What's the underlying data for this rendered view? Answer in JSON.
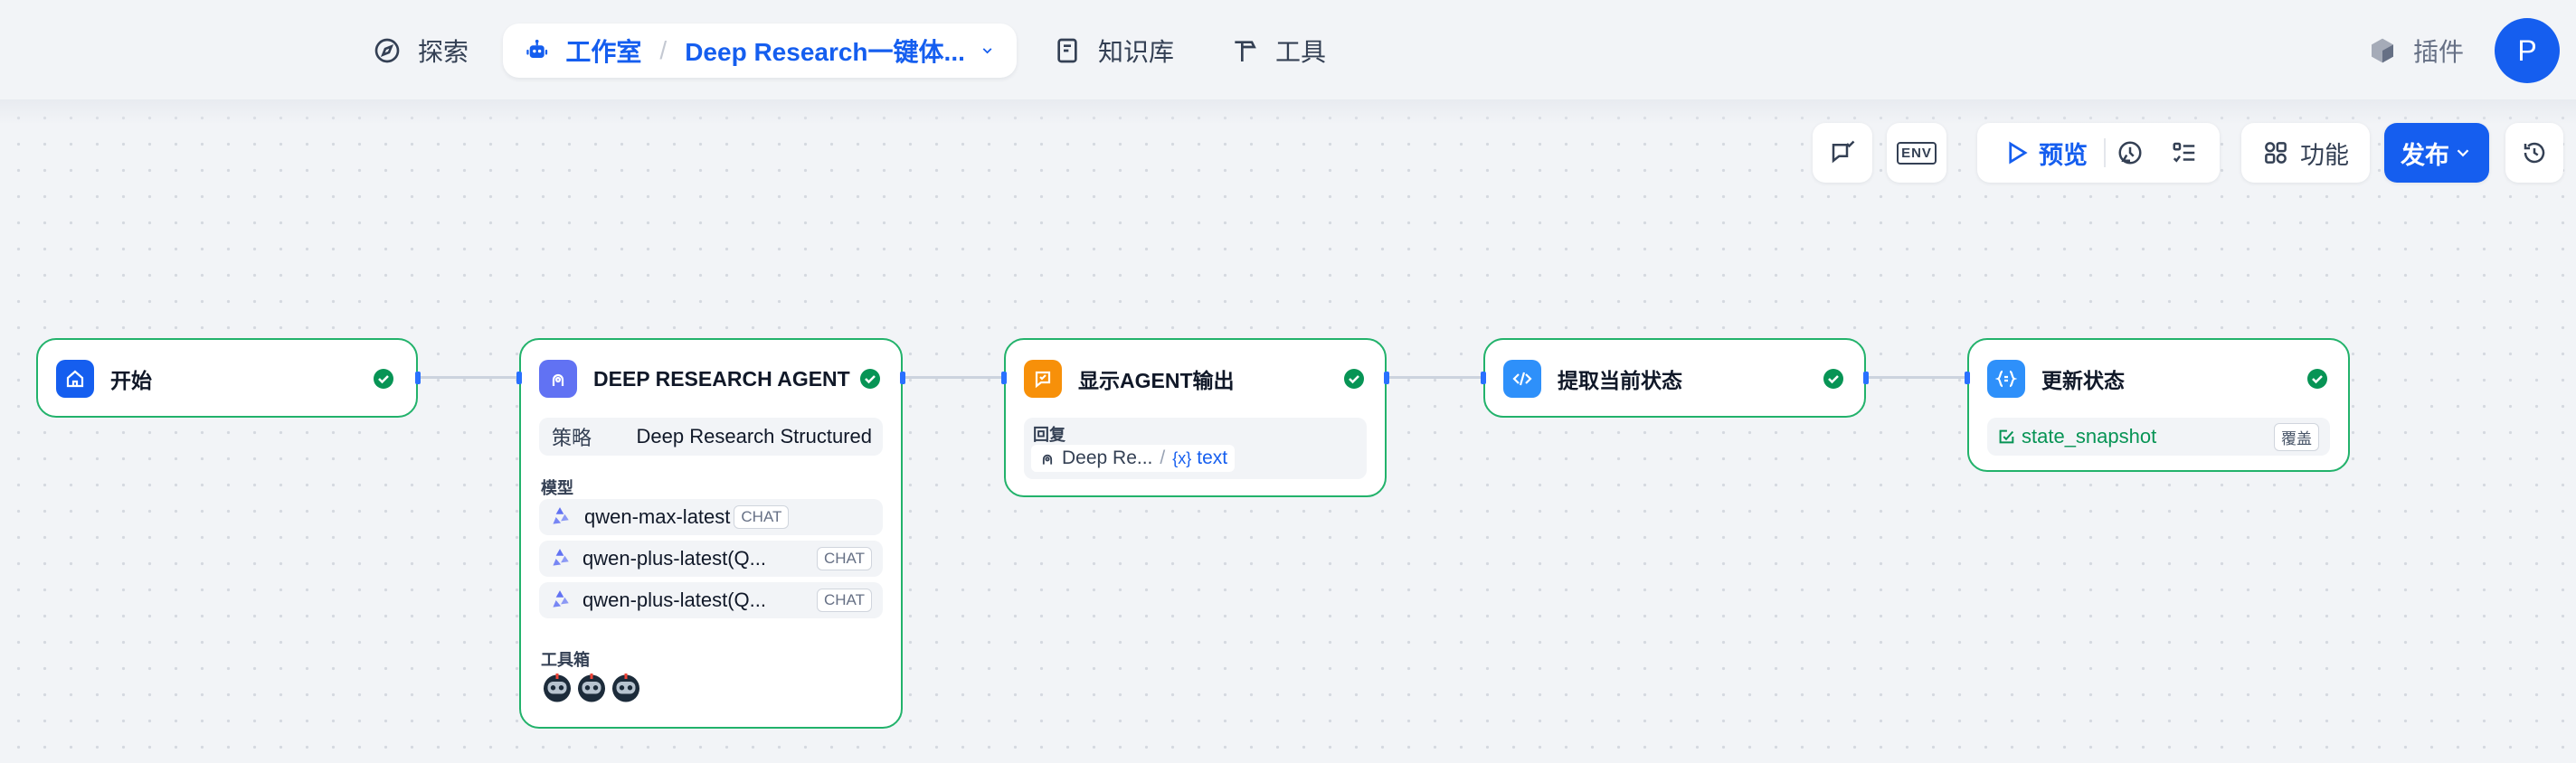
{
  "nav": {
    "explore_label": "探索",
    "studio_label": "工作室",
    "app_name": "Deep Research一键体...",
    "knowledge_label": "知识库",
    "tools_label": "工具",
    "plugins_label": "插件",
    "avatar_initial": "P"
  },
  "toolbar": {
    "env_label": "ENV",
    "preview_label": "预览",
    "features_label": "功能",
    "publish_label": "发布"
  },
  "nodes": {
    "start": {
      "title": "开始"
    },
    "agent": {
      "title": "DEEP RESEARCH AGENT",
      "strategy_label": "策略",
      "strategy_value": "Deep Research Structured",
      "model_label": "模型",
      "models": [
        {
          "name": "qwen-max-latest",
          "tag": "CHAT"
        },
        {
          "name": "qwen-plus-latest(Q...",
          "tag": "CHAT"
        },
        {
          "name": "qwen-plus-latest(Q...",
          "tag": "CHAT"
        }
      ],
      "toolbox_label": "工具箱",
      "toolbox_icons": [
        "robot-icon",
        "robot-icon",
        "robot-icon"
      ]
    },
    "answer": {
      "title": "显示AGENT输出",
      "reply_label": "回复",
      "source_node": "Deep Re...",
      "separator": "/",
      "variable": "text"
    },
    "code": {
      "title": "提取当前状态"
    },
    "assigner": {
      "title": "更新状态",
      "variable": "state_snapshot",
      "mode": "覆盖"
    }
  },
  "colors": {
    "accent": "#155eef",
    "node_border": "#22b26b",
    "start_icon": "#155eef",
    "agent_icon": "#6172f3",
    "answer_icon": "#f79009",
    "code_icon": "#2e90fa",
    "assigner_icon": "#2e90fa"
  }
}
